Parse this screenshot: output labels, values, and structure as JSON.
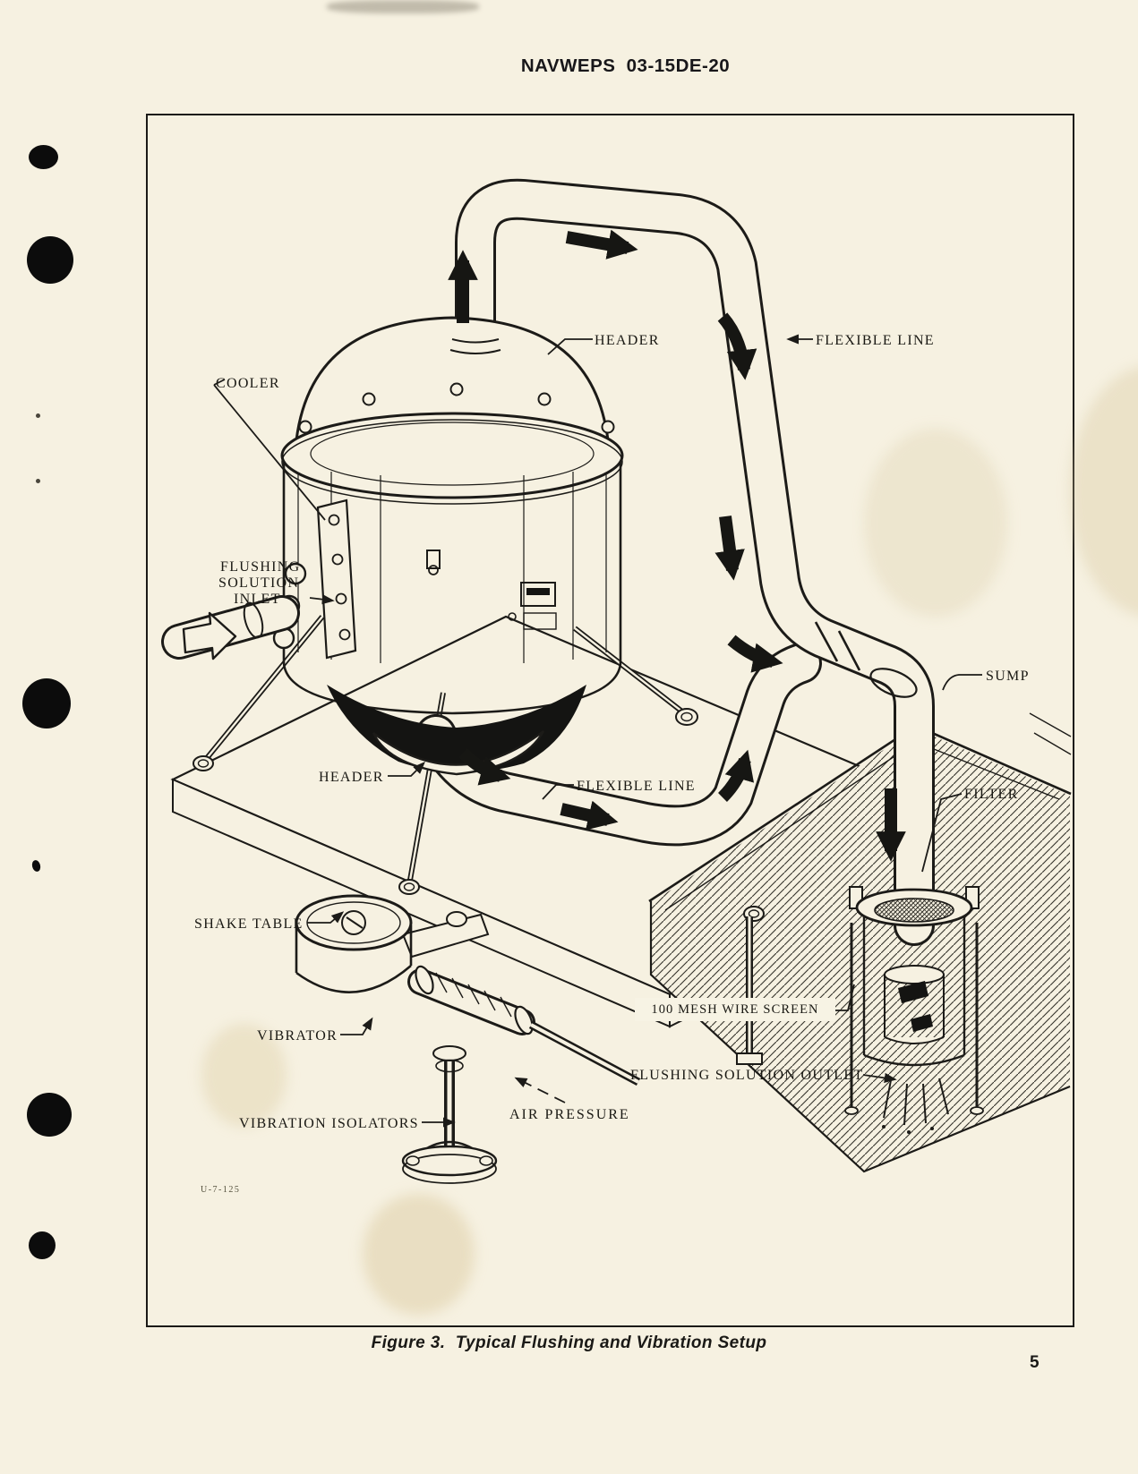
{
  "page": {
    "header": "NAVWEPS 03-15DE-20",
    "caption": "Figure 3.  Typical Flushing and Vibration Setup",
    "page_number": "5"
  },
  "figure": {
    "drawing_number": "U-7-125",
    "labels": {
      "cooler": "COOLER",
      "header_top": "HEADER",
      "flexible_line_top": "FLEXIBLE LINE",
      "inlet_line1": "FLUSHING",
      "inlet_line2": "SOLUTION",
      "inlet_line3": "INLET",
      "sump": "SUMP",
      "header_bottom": "HEADER",
      "flexible_line_mid": "FLEXIBLE LINE",
      "filter": "FILTER",
      "shake_table": "SHAKE TABLE",
      "vibrator": "VIBRATOR",
      "mesh_screen": "100 MESH WIRE SCREEN",
      "outlet": "FLUSHING SOLUTION OUTLET",
      "air_pressure": "AIR PRESSURE",
      "vibration_isolators": "VIBRATION ISOLATORS"
    }
  },
  "colors": {
    "paper": "#f6f1e1",
    "ink": "#1c1b18"
  }
}
